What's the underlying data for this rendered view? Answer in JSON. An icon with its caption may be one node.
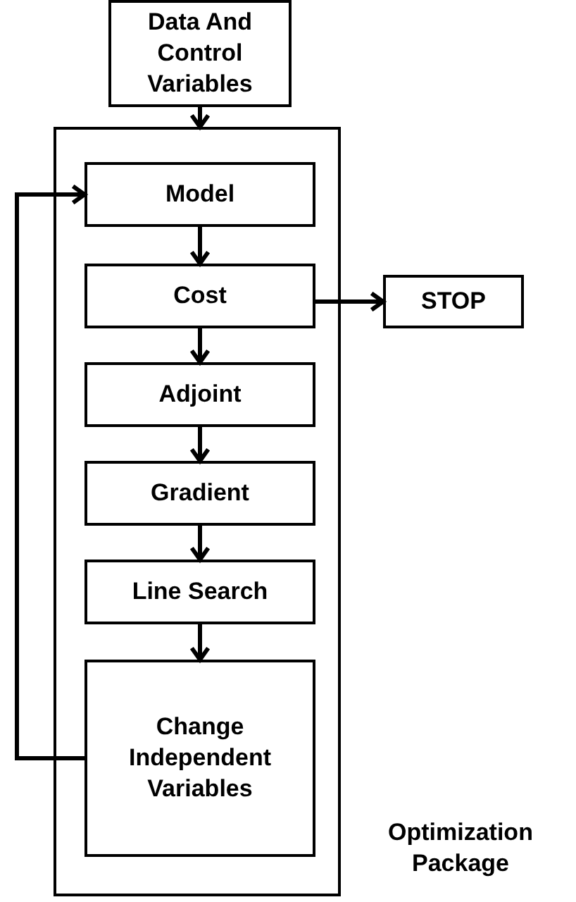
{
  "diagram": {
    "nodes": [
      {
        "text": [
          "Data And Control Variables"
        ]
      },
      {
        "text": [],
        "shape": "box",
        "beside": [
          "Optimization Package"
        ]
      },
      {
        "text": [
          "Model"
        ],
        "in": 1
      },
      {
        "text": [
          "Cost"
        ],
        "in": 1
      },
      {
        "text": [
          "STOP"
        ]
      },
      {
        "text": [
          "Adjoint"
        ],
        "in": 1
      },
      {
        "text": [
          "Gradient"
        ],
        "in": 1
      },
      {
        "text": [
          "Line Search"
        ],
        "in": 1
      },
      {
        "text": [
          "Change Independent Variables"
        ],
        "in": 1
      }
    ],
    "edges": [
      {
        "from": 0,
        "to": 1,
        "arrow": "to"
      },
      {
        "from": 2,
        "to": 3,
        "arrow": "to"
      },
      {
        "from": 3,
        "to": 4,
        "arrow": "to"
      },
      {
        "from": 3,
        "to": 5,
        "arrow": "to"
      },
      {
        "from": 5,
        "to": 6,
        "arrow": "to"
      },
      {
        "from": 6,
        "to": 7,
        "arrow": "to"
      },
      {
        "from": 7,
        "to": 8,
        "arrow": "to"
      },
      {
        "from": 8,
        "to": 2,
        "arrow": "to"
      }
    ]
  }
}
